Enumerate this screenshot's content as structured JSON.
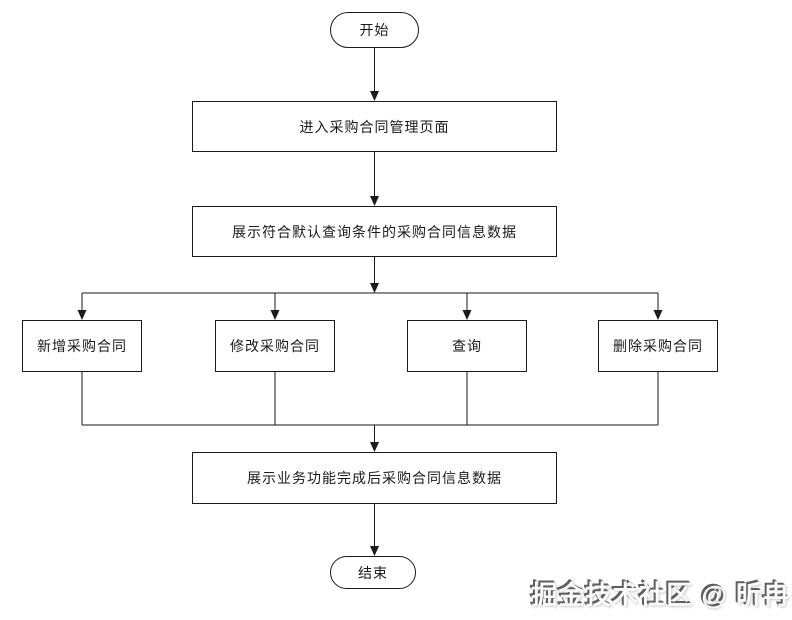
{
  "colors": {
    "page-bg": "#ffffff",
    "line": "#1a1a1a",
    "node-border": "#1a1a1a",
    "node-bg": "#ffffff",
    "text": "#1a1a1a",
    "wm-dark": "#5e5e5e",
    "wm-light": "#fafafa"
  },
  "flowchart": {
    "start": {
      "label": "开始"
    },
    "steps": [
      {
        "label": "进入采购合同管理页面"
      },
      {
        "label": "展示符合默认查询条件的采购合同信息数据"
      }
    ],
    "branches": [
      {
        "label": "新增采购合同"
      },
      {
        "label": "修改采购合同"
      },
      {
        "label": "查询"
      },
      {
        "label": "删除采购合同"
      }
    ],
    "after": {
      "label": "展示业务功能完成后采购合同信息数据"
    },
    "end": {
      "label": "结束"
    }
  },
  "watermark": {
    "text": "掘金技术社区 @ 昕冉"
  }
}
